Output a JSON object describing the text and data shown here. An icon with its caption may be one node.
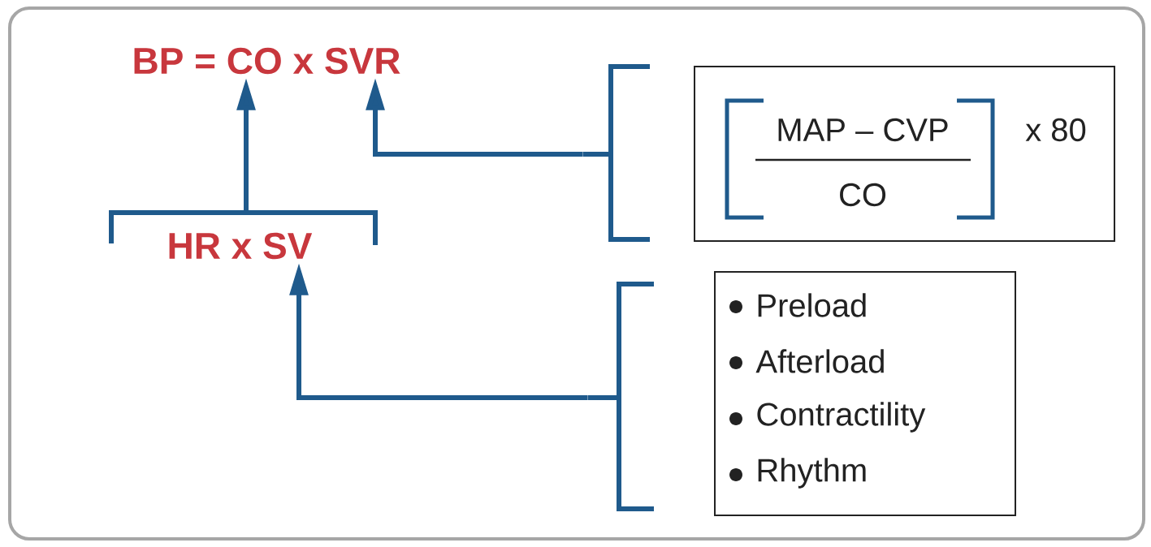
{
  "diagram": {
    "nodes": [
      {
        "text": [
          "BP = CO x SVR"
        ]
      },
      {
        "text": [
          "HR x SV"
        ]
      },
      {
        "text": [
          "MAP – CVP",
          "CO",
          "x 80"
        ]
      },
      {
        "text": [
          "Preload",
          "Afterload",
          "Contractility",
          "Rhythm"
        ]
      }
    ],
    "edges": [
      {
        "from": 1,
        "to": 0,
        "arrow": "to"
      },
      {
        "from": 2,
        "to": 0,
        "arrow": "to"
      },
      {
        "from": 3,
        "to": 1,
        "arrow": "to"
      }
    ]
  }
}
